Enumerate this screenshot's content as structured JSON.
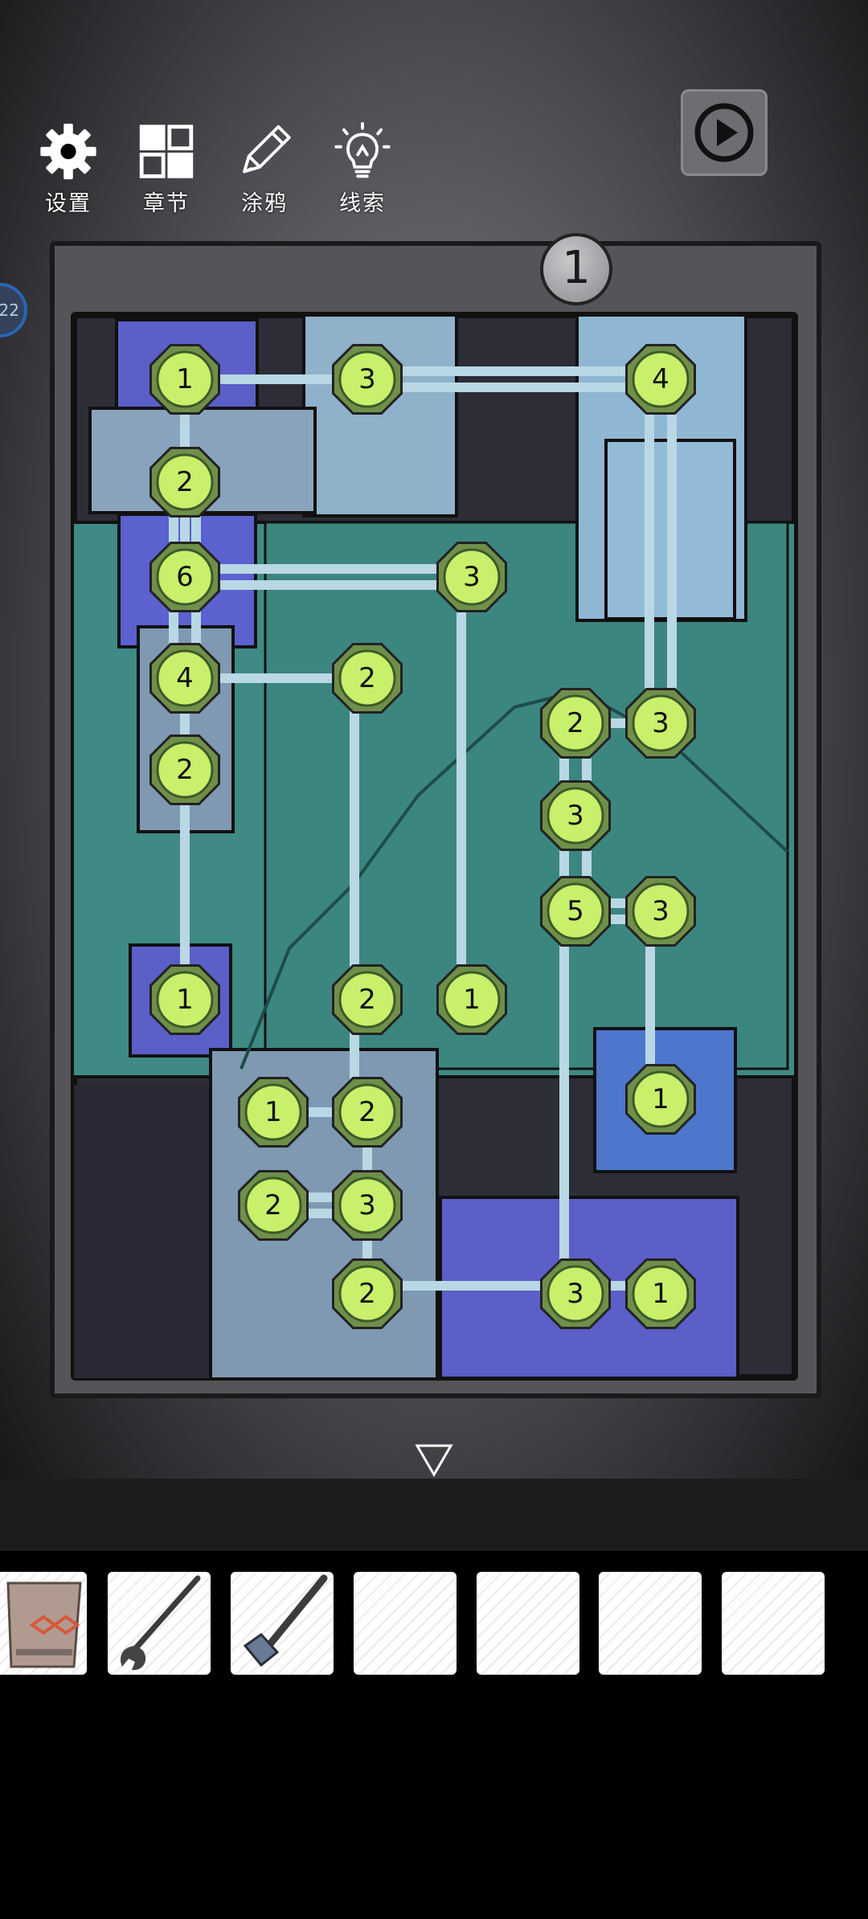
{
  "toolbar": {
    "settings": {
      "label": "设置",
      "icon": "gear-icon"
    },
    "chapters": {
      "label": "章节",
      "icon": "grid-icon"
    },
    "doodle": {
      "label": "涂鸦",
      "icon": "pencil-icon"
    },
    "hints": {
      "label": "线索",
      "icon": "lightbulb-icon"
    }
  },
  "video_button": {
    "icon": "play-icon"
  },
  "side_badge": {
    "text": "22"
  },
  "puzzle": {
    "top_counter": "1",
    "nodes": [
      {
        "value": "1",
        "row": 0,
        "col": 0
      },
      {
        "value": "3",
        "row": 0,
        "col": 1
      },
      {
        "value": "4",
        "row": 0,
        "col": 2
      },
      {
        "value": "2",
        "row": 1,
        "col": 0
      },
      {
        "value": "6",
        "row": 2,
        "col": 0
      },
      {
        "value": "3",
        "row": 2,
        "col": 1
      },
      {
        "value": "4",
        "row": 3,
        "col": 0
      },
      {
        "value": "2",
        "row": 3,
        "col": 1
      },
      {
        "value": "2",
        "row": 4,
        "col": 0
      },
      {
        "value": "2",
        "row": 4,
        "col": 1
      },
      {
        "value": "3",
        "row": 4,
        "col": 2
      },
      {
        "value": "3",
        "row": 5,
        "col": 0
      },
      {
        "value": "5",
        "row": 6,
        "col": 0
      },
      {
        "value": "3",
        "row": 6,
        "col": 1
      },
      {
        "value": "1",
        "row": 7,
        "col": 0
      },
      {
        "value": "2",
        "row": 7,
        "col": 1
      },
      {
        "value": "1",
        "row": 7,
        "col": 2
      },
      {
        "value": "1",
        "row": 8,
        "col": 0
      },
      {
        "value": "1",
        "row": 9,
        "col": 0
      },
      {
        "value": "2",
        "row": 9,
        "col": 1
      },
      {
        "value": "2",
        "row": 10,
        "col": 0
      },
      {
        "value": "3",
        "row": 10,
        "col": 1
      },
      {
        "value": "2",
        "row": 11,
        "col": 0
      },
      {
        "value": "3",
        "row": 11,
        "col": 1
      },
      {
        "value": "1",
        "row": 11,
        "col": 2
      }
    ]
  },
  "navigation": {
    "back_icon": "triangle-down-icon"
  },
  "inventory": {
    "slots": [
      {
        "item": "cloth-bag",
        "icon": "bag-icon"
      },
      {
        "item": "wrench",
        "icon": "wrench-icon"
      },
      {
        "item": "hammer",
        "icon": "hammer-icon"
      },
      {
        "item": "",
        "icon": ""
      },
      {
        "item": "",
        "icon": ""
      },
      {
        "item": "",
        "icon": ""
      },
      {
        "item": "",
        "icon": ""
      }
    ]
  },
  "colors": {
    "node_fill": "#c8f06a",
    "node_ring": "#6f8f4a",
    "wire": "#b9d7e4",
    "panel_teal": "#3f8a84",
    "panel_blue": "#8fb7d4",
    "panel_purple": "#5b5fc7"
  }
}
